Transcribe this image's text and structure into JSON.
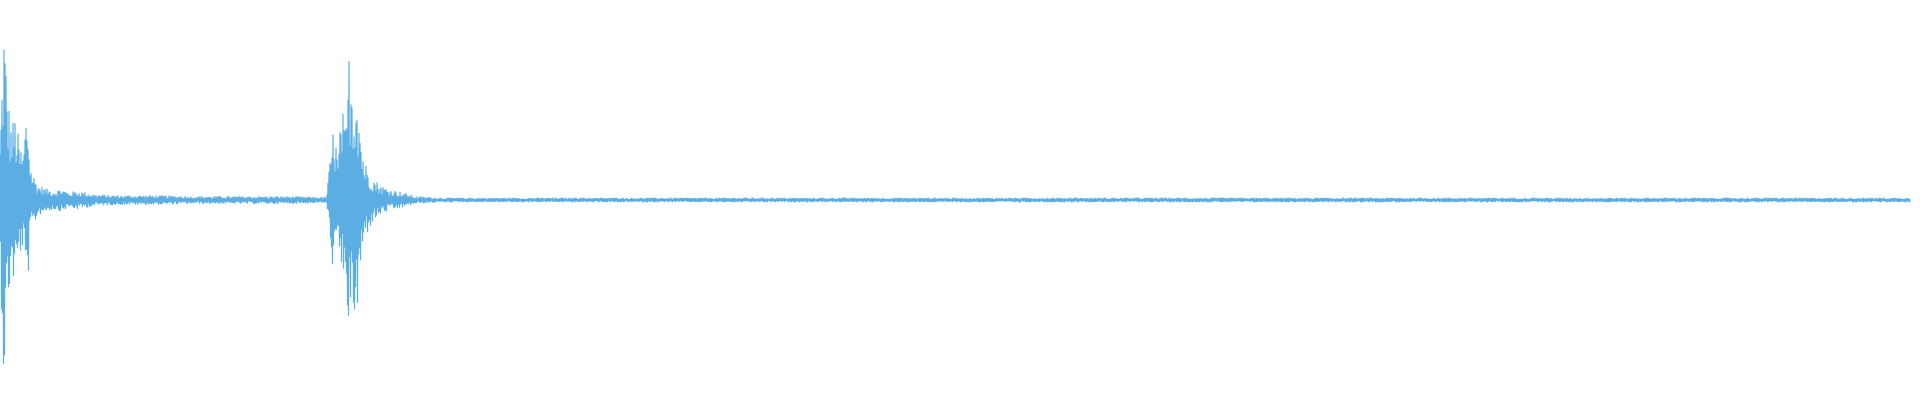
{
  "waveform": {
    "color": "#5aaee4",
    "background": "#ffffff",
    "amplitude_envelope": [
      [
        0.0,
        0.3
      ],
      [
        0.002,
        0.97
      ],
      [
        0.004,
        0.55
      ],
      [
        0.006,
        0.4
      ],
      [
        0.008,
        0.45
      ],
      [
        0.01,
        0.3
      ],
      [
        0.012,
        0.25
      ],
      [
        0.014,
        0.52
      ],
      [
        0.016,
        0.18
      ],
      [
        0.018,
        0.12
      ],
      [
        0.02,
        0.08
      ],
      [
        0.024,
        0.06
      ],
      [
        0.028,
        0.05
      ],
      [
        0.032,
        0.06
      ],
      [
        0.036,
        0.04
      ],
      [
        0.04,
        0.05
      ],
      [
        0.05,
        0.03
      ],
      [
        0.06,
        0.025
      ],
      [
        0.08,
        0.025
      ],
      [
        0.1,
        0.02
      ],
      [
        0.12,
        0.02
      ],
      [
        0.15,
        0.02
      ],
      [
        0.17,
        0.015
      ],
      [
        0.174,
        0.42
      ],
      [
        0.176,
        0.2
      ],
      [
        0.178,
        0.5
      ],
      [
        0.18,
        0.35
      ],
      [
        0.182,
        0.82
      ],
      [
        0.184,
        0.6
      ],
      [
        0.186,
        0.68
      ],
      [
        0.188,
        0.35
      ],
      [
        0.19,
        0.2
      ],
      [
        0.192,
        0.16
      ],
      [
        0.194,
        0.12
      ],
      [
        0.196,
        0.1
      ],
      [
        0.198,
        0.08
      ],
      [
        0.202,
        0.06
      ],
      [
        0.206,
        0.05
      ],
      [
        0.21,
        0.04
      ],
      [
        0.216,
        0.02
      ],
      [
        0.23,
        0.012
      ],
      [
        0.3,
        0.012
      ],
      [
        0.4,
        0.012
      ],
      [
        0.5,
        0.012
      ],
      [
        0.6,
        0.012
      ],
      [
        0.7,
        0.012
      ],
      [
        0.8,
        0.012
      ],
      [
        0.9,
        0.012
      ],
      [
        1.0,
        0.012
      ]
    ]
  }
}
